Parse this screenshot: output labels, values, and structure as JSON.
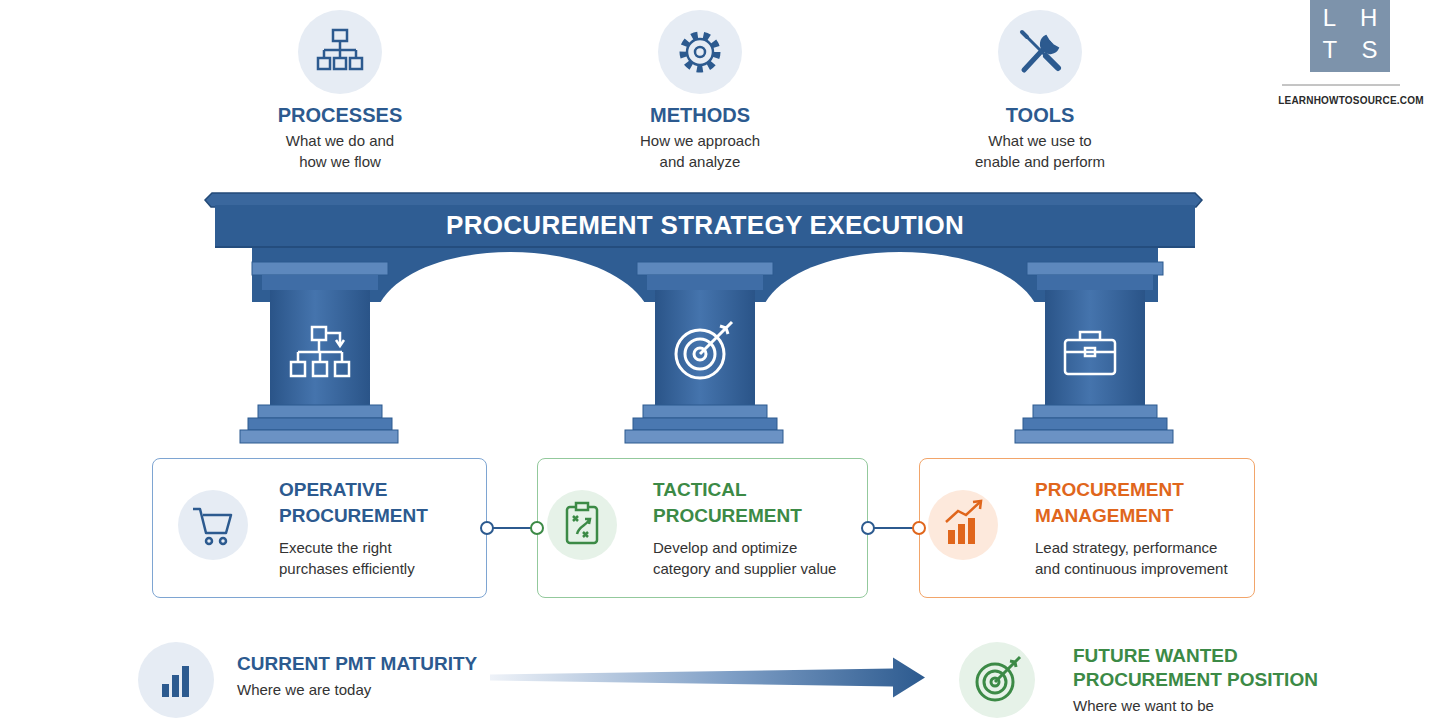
{
  "diagram": {
    "nodes": [
      {
        "text": [
          "PROCESSES",
          "What we do and how we flow"
        ]
      },
      {
        "text": [
          "METHODS",
          "How we approach and analyze"
        ]
      },
      {
        "text": [
          "TOOLS",
          "What we use to enable and perform"
        ]
      },
      {
        "text": [
          "L H T S"
        ]
      },
      {
        "text": [
          "PROCUREMENT STRATEGY EXECUTION"
        ]
      },
      {
        "text": [
          "OPERATIVE PROCUREMENT",
          "Execute the right purchases efficiently"
        ]
      },
      {
        "text": [
          "TACTICAL PROCUREMENT",
          "Develop and optimize category and supplier value"
        ]
      },
      {
        "text": [
          "PROCUREMENT MANAGEMENT",
          "Lead strategy, performance and continuous improvement"
        ]
      },
      {
        "text": [
          "CURRENT PMT MATURITY",
          "Where we are today"
        ]
      },
      {
        "text": [
          "FUTURE WANTED PROCUREMENT POSITION",
          "Where we want to be"
        ]
      }
    ],
    "edges": [
      {
        "from": 5,
        "to": 6,
        "arrow": "none"
      },
      {
        "from": 6,
        "to": 7,
        "arrow": "none"
      },
      {
        "from": 8,
        "to": 9,
        "arrow": "to"
      }
    ],
    "labels": [
      "LEARNHOWTOSOURCE.COM"
    ]
  }
}
